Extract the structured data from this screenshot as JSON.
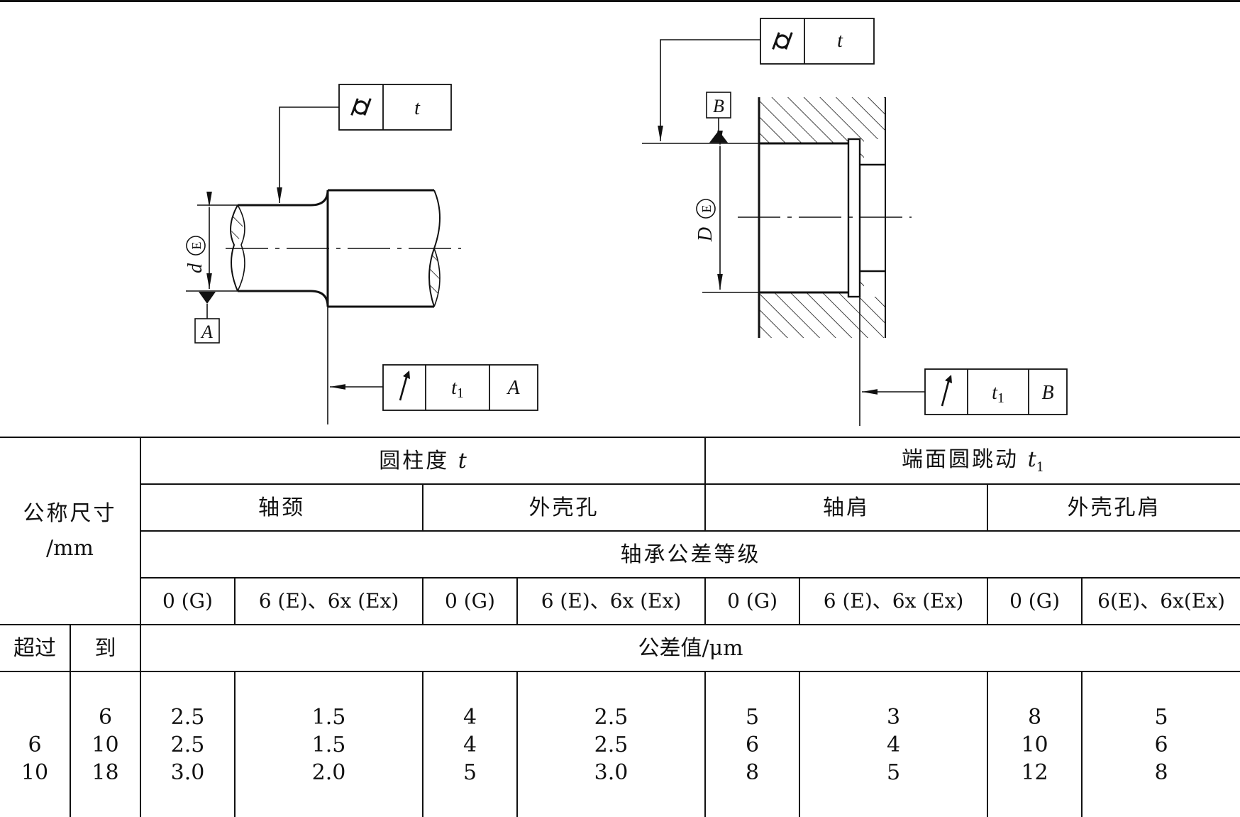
{
  "drawing": {
    "left": {
      "cyl_symbol": "⌭",
      "cyl_value": "t",
      "dim_letter": "d",
      "dim_mod": "E",
      "datum": "A",
      "runout_value_main": "t",
      "runout_value_sub": "1",
      "runout_datum": "A"
    },
    "right": {
      "cyl_symbol": "⌭",
      "cyl_value": "t",
      "dim_letter": "D",
      "dim_mod": "E",
      "datum": "B",
      "runout_value_main": "t",
      "runout_value_sub": "1",
      "runout_datum": "B"
    }
  },
  "table": {
    "corner": {
      "line1": "公称尺寸",
      "line2": "/mm"
    },
    "group_cyl": {
      "label": "圆柱度 ",
      "sym": "t"
    },
    "group_run": {
      "label": "端面圆跳动 ",
      "sym": "t",
      "sub": "1"
    },
    "sub_headers": [
      "轴颈",
      "外壳孔",
      "轴肩",
      "外壳孔肩"
    ],
    "grade_header": "轴承公差等级",
    "grades": [
      "0 (G)",
      "6 (E)、6x (Ex)",
      "0 (G)",
      "6 (E)、6x (Ex)",
      "0 (G)",
      "6 (E)、6x (Ex)",
      "0 (G)",
      "6(E)、6x(Ex)"
    ],
    "over_label": "超过",
    "to_label": "到",
    "unit_label": "公差值/μm",
    "rows": [
      {
        "over": "",
        "to": "6",
        "v": [
          "2.5",
          "1.5",
          "4",
          "2.5",
          "5",
          "3",
          "8",
          "5"
        ]
      },
      {
        "over": "6",
        "to": "10",
        "v": [
          "2.5",
          "1.5",
          "4",
          "2.5",
          "6",
          "4",
          "10",
          "6"
        ]
      },
      {
        "over": "10",
        "to": "18",
        "v": [
          "3.0",
          "2.0",
          "5",
          "3.0",
          "8",
          "5",
          "12",
          "8"
        ]
      }
    ]
  }
}
